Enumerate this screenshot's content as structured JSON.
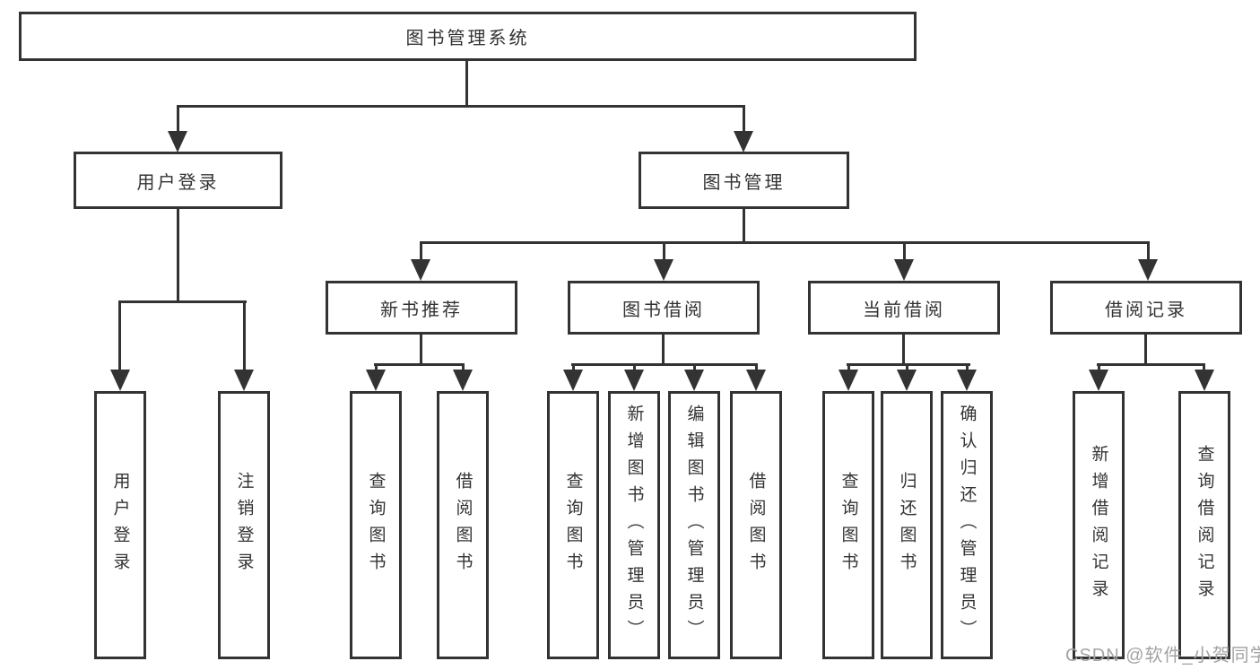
{
  "tree": {
    "label": "图书管理系统",
    "children": [
      {
        "label": "用户登录",
        "children": [
          {
            "label": "用户登录"
          },
          {
            "label": "注销登录"
          }
        ]
      },
      {
        "label": "图书管理",
        "children": [
          {
            "label": "新书推荐",
            "children": [
              {
                "label": "查询图书"
              },
              {
                "label": "借阅图书"
              }
            ]
          },
          {
            "label": "图书借阅",
            "children": [
              {
                "label": "查询图书"
              },
              {
                "label": "新增图书（管理员）"
              },
              {
                "label": "编辑图书（管理员）"
              },
              {
                "label": "借阅图书"
              }
            ]
          },
          {
            "label": "当前借阅",
            "children": [
              {
                "label": "查询图书"
              },
              {
                "label": "归还图书"
              },
              {
                "label": "确认归还（管理员）"
              }
            ]
          },
          {
            "label": "借阅记录",
            "children": [
              {
                "label": "新增借阅记录"
              },
              {
                "label": "查询借阅记录"
              }
            ]
          }
        ]
      }
    ]
  },
  "watermark": {
    "text": "CSDN @软件_小贺同学"
  },
  "colors": {
    "line": "#333333",
    "box_border": "#333333",
    "text": "#333333",
    "background": "#ffffff",
    "watermark": "#a3a3a3"
  }
}
